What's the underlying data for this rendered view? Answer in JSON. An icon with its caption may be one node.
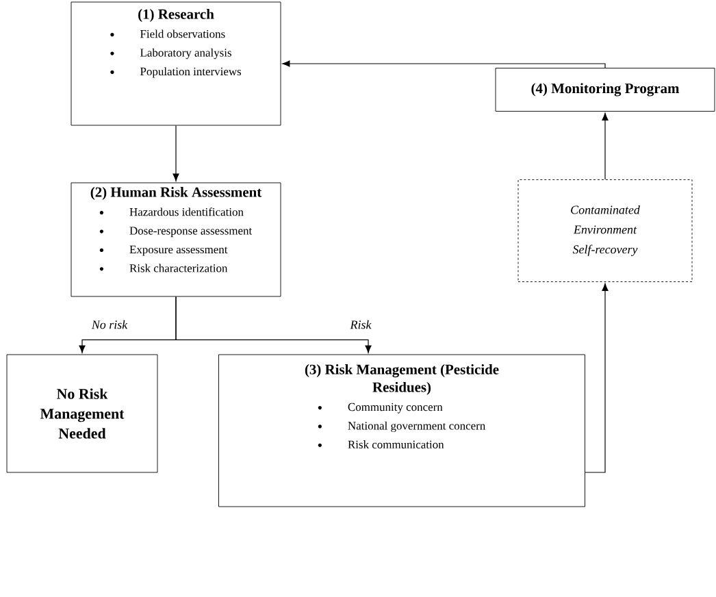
{
  "diagram": {
    "nodes": [
      {
        "text": [
          "(1) Research",
          "Field observations",
          "Laboratory analysis",
          "Population interviews"
        ]
      },
      {
        "text": [
          "(2) Human Risk Assessment",
          "Hazardous identification",
          "Dose-response assessment",
          "Exposure assessment",
          "Risk characterization"
        ]
      },
      {
        "text": [
          "No Risk Management Needed"
        ]
      },
      {
        "text": [
          "(3) Risk Management (Pesticide Residues)",
          "Community concern",
          "National government concern",
          "Risk communication"
        ]
      },
      {
        "text": [
          "Contaminated Environment Self-recovery"
        ]
      },
      {
        "text": [
          "(4) Monitoring Program"
        ]
      }
    ],
    "edges": [
      {
        "from": 0,
        "to": 1,
        "arrow": "to"
      },
      {
        "from": 1,
        "to": 2,
        "arrow": "to",
        "label": "No risk"
      },
      {
        "from": 1,
        "to": 3,
        "arrow": "to",
        "label": "Risk"
      },
      {
        "from": 3,
        "to": 4,
        "arrow": "to"
      },
      {
        "from": 4,
        "to": 5,
        "arrow": "to"
      },
      {
        "from": 5,
        "to": 0,
        "arrow": "to"
      }
    ]
  }
}
